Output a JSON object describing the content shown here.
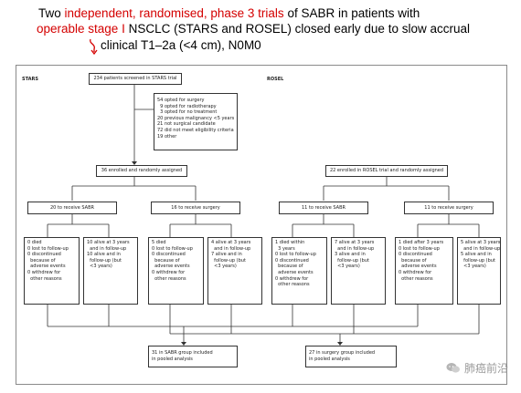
{
  "headline": {
    "p1": "Two ",
    "p2": "independent, randomised,  phase 3 trials",
    "p3": " of SABR in patients with",
    "p4": "operable stage I",
    "p5": " NSCLC (STARS and ROSEL) closed early due to slow accrual",
    "p6": "clinical T1–2a (<4 cm), N0M0"
  },
  "diagram": {
    "stars_label": "STARS",
    "rosel_label": "ROSEL",
    "screened": "234 patients screened in STARS trial",
    "excluded": [
      "54 opted for surgery",
      "  9 opted for radiotherapy",
      "  3 opted for no treatment",
      "20 previous malignancy <5 years",
      "21 not surgical candidate",
      "72 did not meet eligibility criteria",
      "19 other"
    ],
    "stars_enrolled": "36 enrolled and randomly assigned",
    "rosel_enrolled": "22 enrolled in ROSEL trial and randomly assigned",
    "stars_sabr": "20 to receive SABR",
    "stars_surgery": "16 to receive surgery",
    "rosel_sabr": "11 to receive SABR",
    "rosel_surgery": "11 to receive surgery",
    "outcomes": [
      [
        "0 died",
        "0 lost to follow-up",
        "0 discontinued",
        "  because of",
        "  adverse events",
        "0 withdrew for",
        "  other reasons"
      ],
      [
        "10 alive at 3 years",
        "  and in follow-up",
        "10 alive and in",
        "  follow-up (but",
        "  <3 years)"
      ],
      [
        "5 died",
        "0 lost to follow-up",
        "0 discontinued",
        "  because of",
        "  adverse events",
        "0 withdrew for",
        "  other reasons"
      ],
      [
        "4 alive at 3 years",
        "  and in follow-up",
        "7 alive and in",
        "  follow-up (but",
        "  <3 years)"
      ],
      [
        "1 died within",
        "  3 years",
        "0 lost to follow-up",
        "0 discontinued",
        "  because of",
        "  adverse events",
        "0 withdrew for",
        "  other reasons"
      ],
      [
        "7 alive at 3 years",
        "  and in follow-up",
        "3 alive and in",
        "  follow-up (but",
        "  <3 years)"
      ],
      [
        "1 died after 3 years",
        "0 lost to follow-up",
        "0 discontinued",
        "  because of",
        "  adverse events",
        "0 withdrew for",
        "  other reasons"
      ],
      [
        "5 alive at 3 years",
        "  and in follow-up",
        "5 alive and in",
        "  follow-up (but",
        "  <3 years)"
      ]
    ],
    "pooled_sabr": [
      "31 in SABR group included",
      "in pooled analysis"
    ],
    "pooled_surgery": [
      "27 in surgery group included",
      "in pooled analysis"
    ]
  },
  "watermark": "肺癌前沿"
}
